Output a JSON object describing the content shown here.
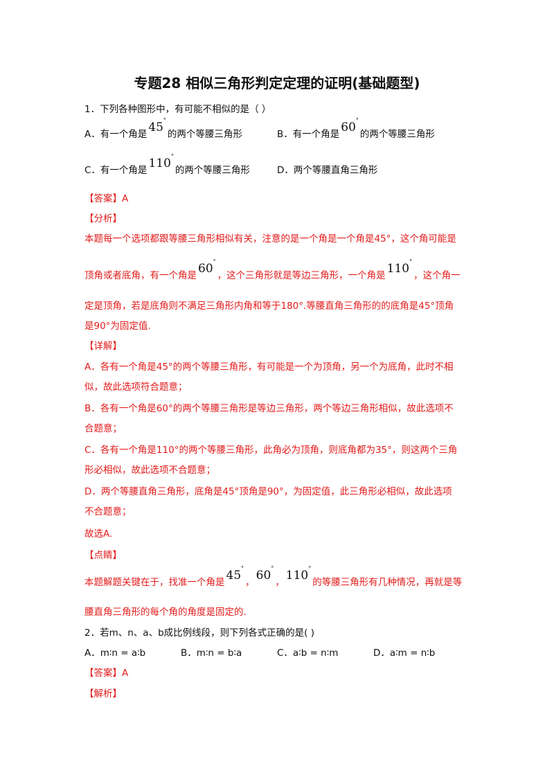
{
  "title": "专题28  相似三角形判定定理的证明(基础题型)",
  "q1": {
    "question": "1．下列各种图形中，有可能不相似的是（        ）",
    "optA_prefix": "A．有一个角是",
    "optA_mark": "45",
    "optA_suffix": "的两个等腰三角形",
    "optB_prefix": "B．有一个角是",
    "optB_mark": "60",
    "optB_suffix": "的两个等腰三角形",
    "optC_prefix": "C．有一个角是",
    "optC_mark": "110",
    "optC_suffix": "的两个等腰三角形",
    "optD": "D．两个等腰直角三角形",
    "answer": "【答案】A",
    "analysis_head": "【分析】",
    "analysis_l1": "本题每一个选项都跟等腰三角形相似有关，注意的是一个角是一个角是45°，这个角可能是",
    "analysis_l2_a": "顶角或者底角，有一个角是",
    "analysis_l2_mark1": "60",
    "analysis_l2_b": "，这个三角形就是等边三角形，一个角是",
    "analysis_l2_mark2": "110",
    "analysis_l2_c": "，这个角一",
    "analysis_l3": "定是顶角，若是底角则不满足三角形内角和等于180°.等腰直角三角形的的底角是45°顶角",
    "analysis_l4": "是90°为固定值.",
    "detail_head": "【详解】",
    "detail_A1": "A．各有一个角是45°的两个等腰三角形，有可能是一个为顶角，另一个为底角，此时不相",
    "detail_A2": "似，故此选项符合题意；",
    "detail_B1": "B．各有一个角是60°的两个等腰三角形是等边三角形，两个等边三角形相似，故此选项不",
    "detail_B2": "合题意；",
    "detail_C1": "C．各有一个角是110°的两个等腰三角形，此角必为顶角，则底角都为35°，则这两个三角",
    "detail_C2": "形必相似，故此选项不合题意；",
    "detail_D1": "D．两个等腰直角三角形，底角是45°顶角是90°，为固定值，此三角形必相似，故此选项",
    "detail_D2": "不合题意；",
    "choose": "故选A.",
    "comment_head": "【点睛】",
    "comment_l1_a": "本题解题关键在于，找准一个角是",
    "comment_mark1": "45",
    "comment_sep1": "，",
    "comment_mark2": "60",
    "comment_sep2": "，",
    "comment_mark3": "110",
    "comment_l1_b": "的等腰三角形有几种情况，再就是等",
    "comment_l2": "腰直角三角形的每个角的角度是固定的."
  },
  "q2": {
    "question": "2．若m、n、a、b成比例线段，则下列各式正确的是(        )",
    "optA": "A．m∶n = a∶b",
    "optB": "B．m∶n = b∶a",
    "optC": "C．a∶b = n∶m",
    "optD": "D．a∶m = n∶b",
    "answer": "【答案】A",
    "analysis_head": "【解析】"
  },
  "colors": {
    "answer_red": "#e31b1b",
    "text": "#111111"
  }
}
